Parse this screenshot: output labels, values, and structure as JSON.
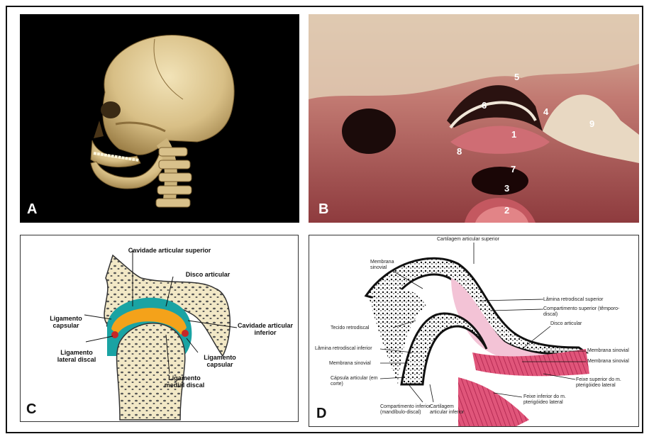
{
  "panels": {
    "a": {
      "letter": "A"
    },
    "b": {
      "letter": "B",
      "numbers": [
        "5",
        "6",
        "4",
        "9",
        "1",
        "8",
        "7",
        "3",
        "2"
      ]
    },
    "c": {
      "letter": "C",
      "labels": {
        "cavidade_superior": "Cavidade articular superior",
        "disco": "Disco articular",
        "ligamento_capsular_left": "Ligamento capsular",
        "cavidade_inferior": "Cavidade articular inferior",
        "ligamento_lateral": "Ligamento lateral discal",
        "ligamento_capsular_right": "Ligamento capsular",
        "ligamento_medial": "Ligamento medial discal"
      }
    },
    "d": {
      "letter": "D",
      "labels": {
        "cartilagem_superior": "Cartilagem articular superior",
        "membrana_sinovial_top": "Membrana sinovial",
        "lamina_superior": "Lâmina retrodiscal superior",
        "compartimento_superior": "Compartimento superior (têmporo-discal)",
        "disco": "Disco articular",
        "tecido_retrodiscal": "Tecido retrodiscal",
        "lamina_inferior": "Lâmina retrodiscal inferior",
        "membrana_sinovial_r1": "Membrana sinovial",
        "membrana_sinovial_r2": "Membrana sinovial",
        "membrana_sinovial_left": "Membrana sinovial",
        "capsula": "Cápsula articular (em corte)",
        "feixe_superior": "Feixe superior do m. pterigóideo lateral",
        "compartimento_inferior": "Compartimento inferior (mandíbulo-discal)",
        "cartilagem_inferior": "Cartilagem articular inferior",
        "feixe_inferior": "Feixe inferior do m. pterigóideo lateral"
      }
    }
  }
}
